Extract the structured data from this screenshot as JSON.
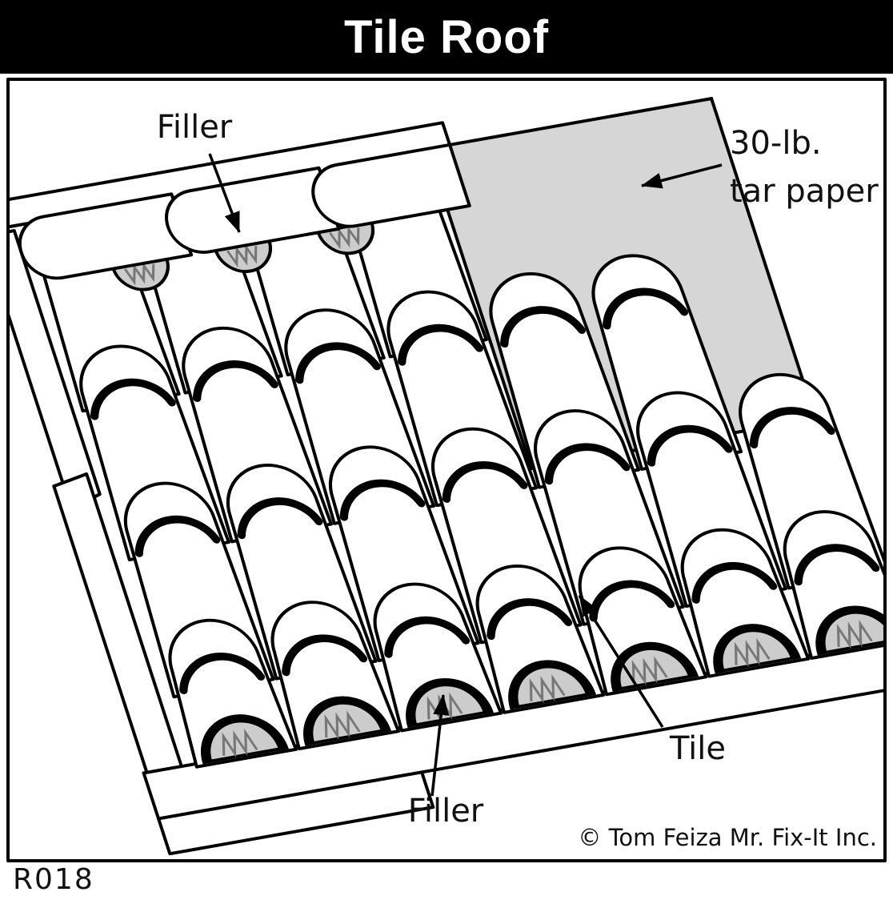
{
  "title": "Tile Roof",
  "figure_code": "R018",
  "labels": {
    "filler_top": "Filler",
    "tar_paper_line1": "30-lb.",
    "tar_paper_line2": "tar paper",
    "tile": "Tile",
    "filler_bottom": "Filler"
  },
  "copyright": "© Tom Feiza Mr. Fix-It Inc.",
  "colors": {
    "banner": "#000000",
    "line": "#000000",
    "tar_paper": "#d6d6d6",
    "filler": "#cccccc"
  }
}
